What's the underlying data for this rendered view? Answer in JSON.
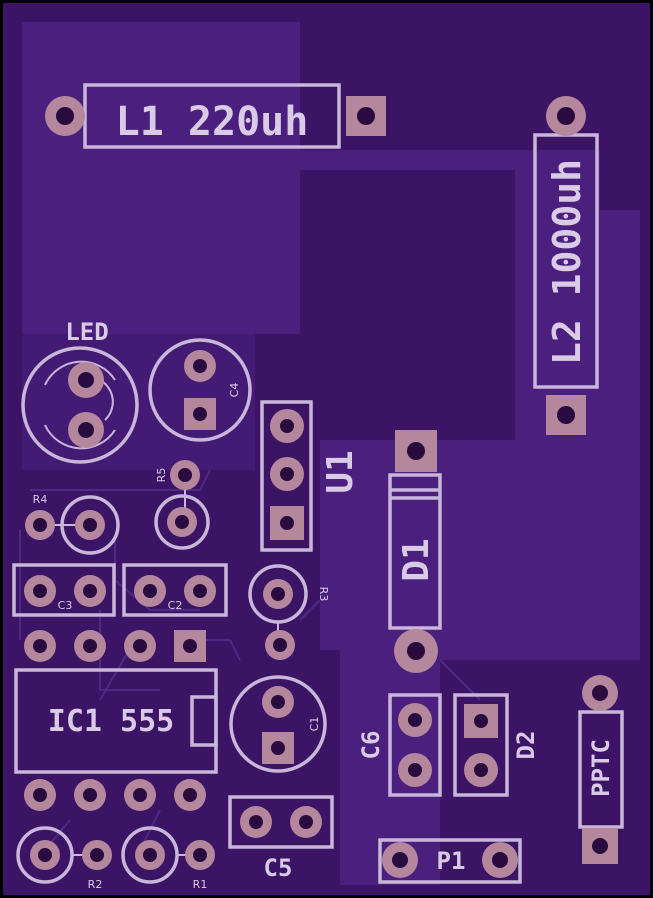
{
  "board": {
    "colors": {
      "substrate": "#3b1466",
      "copper_pour": "#4a1f7e",
      "silkscreen": "#c9b7d9",
      "pad": "#b4879c",
      "outline": "#000000"
    }
  },
  "labels": {
    "L1": "L1 220uh",
    "L2": "L2 1000uh",
    "LED": "LED",
    "C4": "C4",
    "R5": "R5",
    "U1": "U1",
    "R4": "R4",
    "C3": "C3",
    "C2": "C2",
    "R3": "R3",
    "D1": "D1",
    "IC1": "IC1 555",
    "C1": "C1",
    "C6": "C6",
    "D2": "D2",
    "PPTC": "PPTC",
    "C5": "C5",
    "P1": "P1",
    "R2": "R2",
    "R1": "R1"
  },
  "icons": [
    "through-hole-pad-icon",
    "square-pad-icon"
  ]
}
